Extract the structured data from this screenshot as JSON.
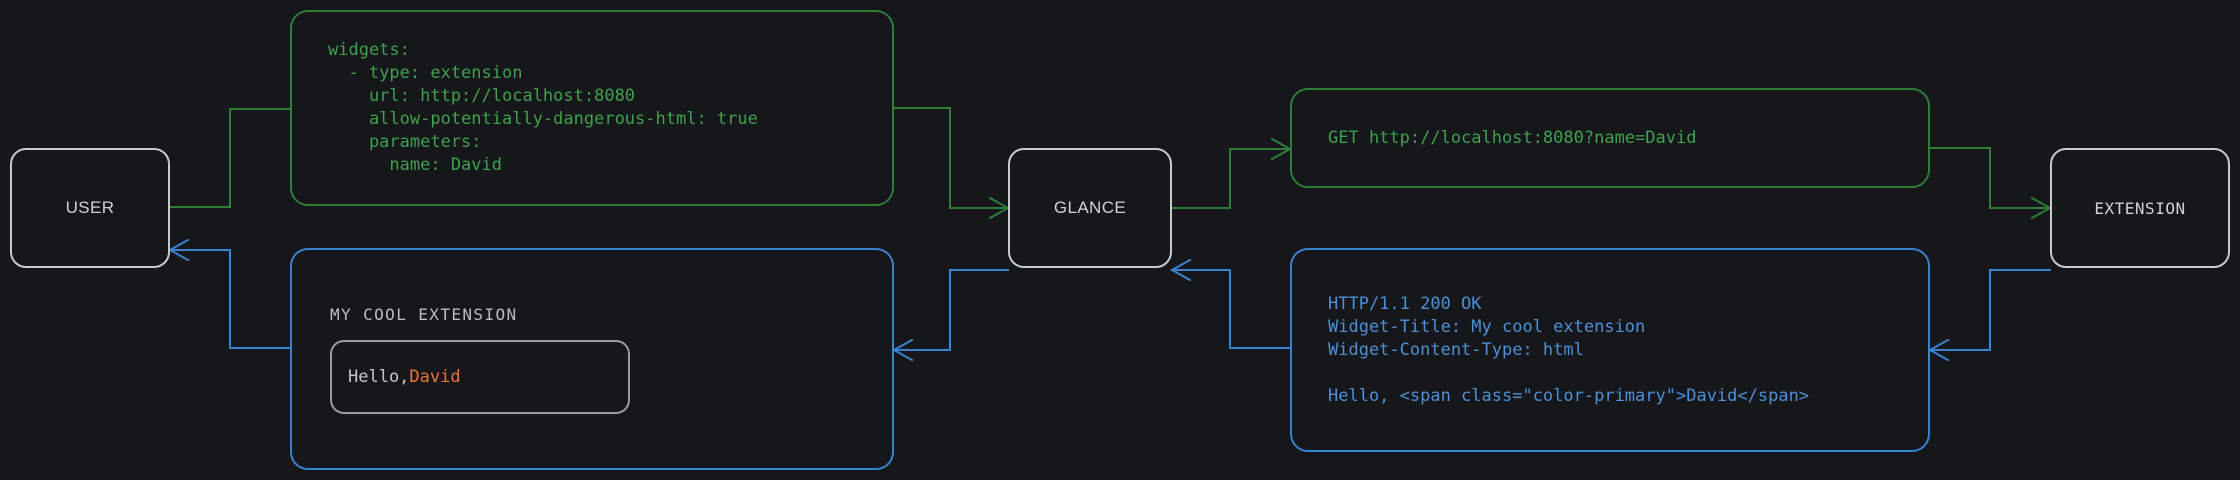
{
  "theme": {
    "background": "#15171b",
    "node_border": "#c9c9c9",
    "request_color": "#2f7d36",
    "request_text": "#3fa14b",
    "response_color": "#3b82d0",
    "response_text": "#4b90d8",
    "accent": "#e8763a",
    "muted_text": "#c6c6c6"
  },
  "nodes": {
    "user": {
      "label": "USER"
    },
    "glance": {
      "label": "GLANCE"
    },
    "extension": {
      "label": "EXTENSION"
    }
  },
  "config_box": {
    "name": "glance-yaml-config",
    "text": "widgets:\n  - type: extension\n    url: http://localhost:8080\n    allow-potentially-dangerous-html: true\n    parameters:\n      name: David"
  },
  "request_box": {
    "name": "http-request",
    "text": "GET http://localhost:8080?name=David"
  },
  "response_box": {
    "name": "http-response",
    "text": "HTTP/1.1 200 OK\nWidget-Title: My cool extension\nWidget-Content-Type: html\n\nHello, <span class=\"color-primary\">David</span>"
  },
  "widget_preview": {
    "name": "rendered-widget",
    "title": "MY COOL EXTENSION",
    "greeting_prefix": "Hello, ",
    "greeting_name": "David"
  },
  "flow": {
    "request_edges": [
      "user-to-config",
      "config-to-glance",
      "glance-to-request",
      "request-to-extension"
    ],
    "response_edges": [
      "extension-to-response",
      "response-to-glance",
      "glance-to-widget",
      "widget-to-user"
    ]
  }
}
